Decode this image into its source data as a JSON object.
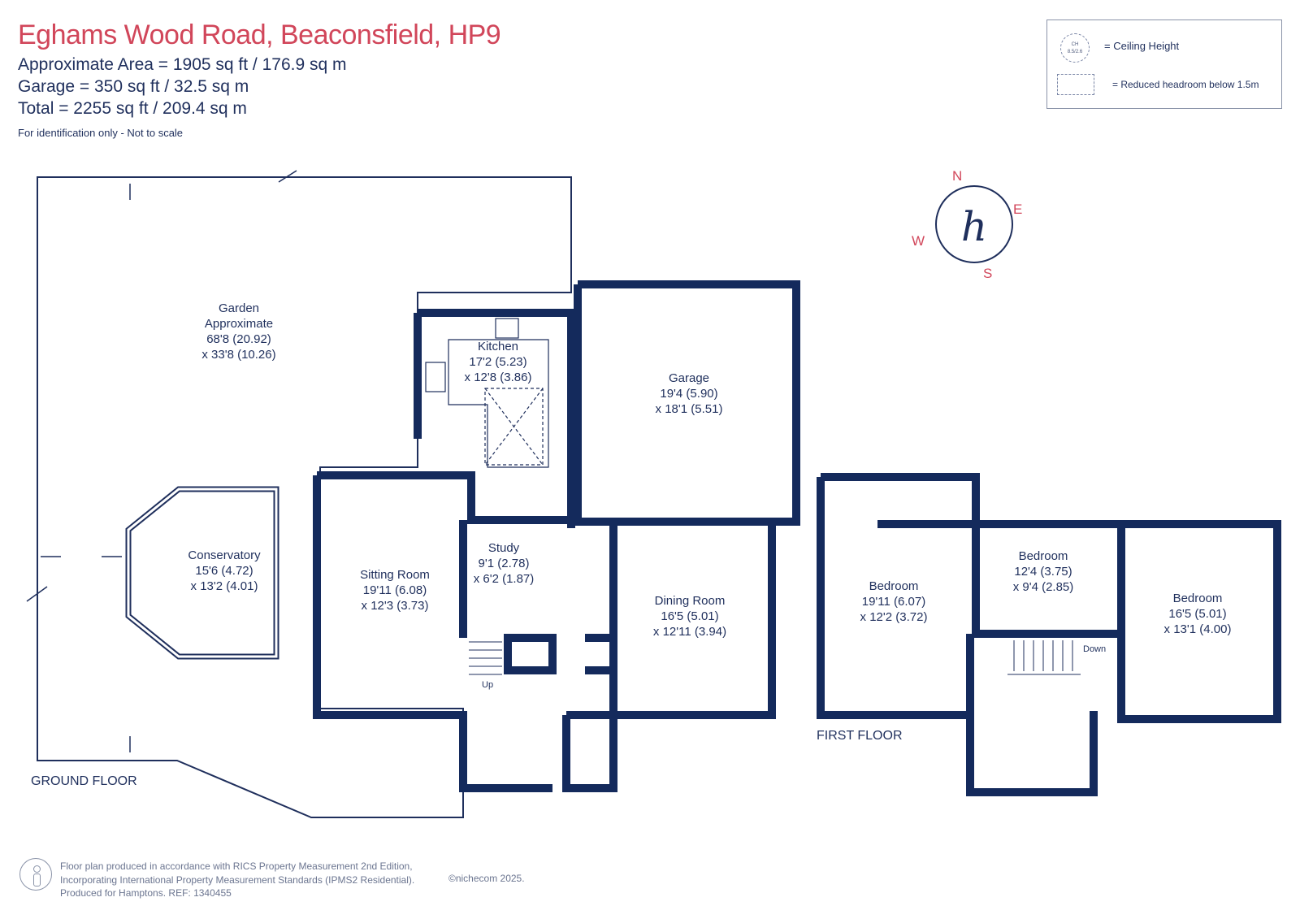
{
  "header": {
    "title": "Eghams Wood Road, Beaconsfield, HP9",
    "area_approx": "Approximate Area = 1905 sq ft / 176.9 sq m",
    "area_garage": "Garage = 350 sq ft / 32.5 sq m",
    "area_total": "Total = 2255 sq ft / 209.4 sq m",
    "identification": "For identification only - Not to scale"
  },
  "legend": {
    "ceiling_symbol_line1": "CH",
    "ceiling_symbol_line2": "8.5/2.6",
    "ceiling_label": "= Ceiling Height",
    "headroom_label": "= Reduced headroom below 1.5m"
  },
  "compass": {
    "n": "N",
    "e": "E",
    "s": "S",
    "w": "W",
    "logo": "h"
  },
  "floors": {
    "ground": "GROUND FLOOR",
    "first": "FIRST FLOOR"
  },
  "rooms": {
    "garden": {
      "name": "Garden",
      "line2": "Approximate",
      "dim1": "68'8 (20.92)",
      "dim2": "x 33'8 (10.26)"
    },
    "kitchen": {
      "name": "Kitchen",
      "dim1": "17'2 (5.23)",
      "dim2": "x 12'8 (3.86)"
    },
    "garage": {
      "name": "Garage",
      "dim1": "19'4 (5.90)",
      "dim2": "x 18'1 (5.51)"
    },
    "conservatory": {
      "name": "Conservatory",
      "dim1": "15'6 (4.72)",
      "dim2": "x 13'2 (4.01)"
    },
    "sitting": {
      "name": "Sitting Room",
      "dim1": "19'11 (6.08)",
      "dim2": "x 12'3 (3.73)"
    },
    "study": {
      "name": "Study",
      "dim1": "9'1 (2.78)",
      "dim2": "x 6'2 (1.87)"
    },
    "dining": {
      "name": "Dining Room",
      "dim1": "16'5 (5.01)",
      "dim2": "x 12'11 (3.94)"
    },
    "bedroom1": {
      "name": "Bedroom",
      "dim1": "19'11 (6.07)",
      "dim2": "x 12'2 (3.72)"
    },
    "bedroom2": {
      "name": "Bedroom",
      "dim1": "12'4 (3.75)",
      "dim2": "x 9'4 (2.85)"
    },
    "bedroom3": {
      "name": "Bedroom",
      "dim1": "16'5 (5.01)",
      "dim2": "x 13'1 (4.00)"
    }
  },
  "stairs": {
    "up": "Up",
    "down": "Down"
  },
  "footer": {
    "line1": "Floor plan produced in accordance with RICS Property Measurement 2nd Edition,",
    "line2": "Incorporating International Property Measurement Standards (IPMS2 Residential).",
    "line3": "Produced for Hamptons.  REF: 1340455",
    "copyright": "©nichecom 2025."
  },
  "colors": {
    "wall": "#142a5c",
    "title": "#d1465a",
    "compass": "#d1465a",
    "text": "#1f2f5c"
  }
}
